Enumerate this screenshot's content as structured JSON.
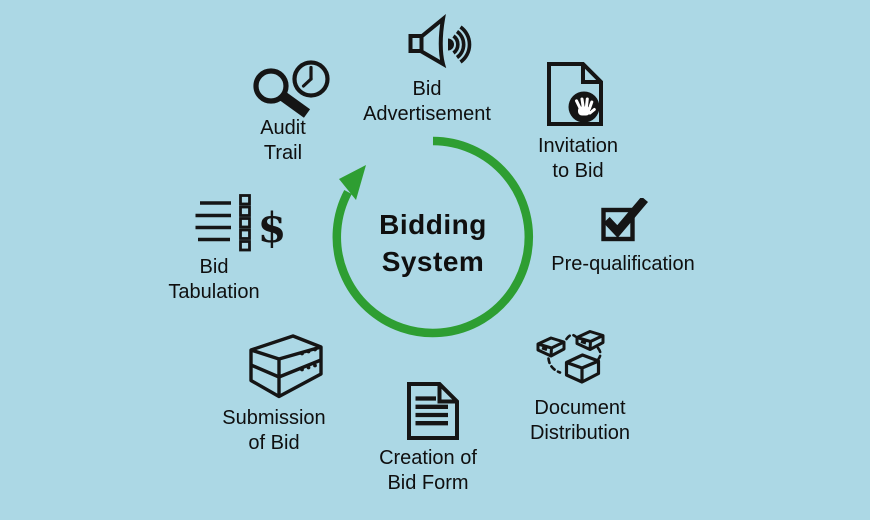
{
  "colors": {
    "background": "#acd8e5",
    "arrow_green": "#2e9e32",
    "icon_black": "#151515",
    "text_black": "#0f0f0f"
  },
  "center": {
    "title_line1": "Bidding",
    "title_line2": "System",
    "arrow_direction": "clockwise"
  },
  "nodes": [
    {
      "id": "bid-advertisement",
      "icon": "speaker-icon",
      "label_lines": [
        "Bid",
        "Advertisement"
      ]
    },
    {
      "id": "invitation-to-bid",
      "icon": "document-hand-icon",
      "label_lines": [
        "Invitation",
        "to Bid"
      ]
    },
    {
      "id": "pre-qualification",
      "icon": "checkbox-check-icon",
      "label_lines": [
        "Pre-qualification"
      ]
    },
    {
      "id": "document-distribution",
      "icon": "linked-boxes-icon",
      "label_lines": [
        "Document",
        "Distribution"
      ]
    },
    {
      "id": "creation-of-bid-form",
      "icon": "document-lines-icon",
      "label_lines": [
        "Creation of",
        "Bid Form"
      ]
    },
    {
      "id": "submission-of-bid",
      "icon": "server-stack-icon",
      "label_lines": [
        "Submission",
        "of Bid"
      ]
    },
    {
      "id": "bid-tabulation",
      "icon": "list-dollar-icon",
      "label_lines": [
        "Bid",
        "Tabulation"
      ],
      "dollar_glyph": "$"
    },
    {
      "id": "audit-trail",
      "icon": "magnifier-clock-icon",
      "label_lines": [
        "Audit",
        "Trail"
      ]
    }
  ]
}
